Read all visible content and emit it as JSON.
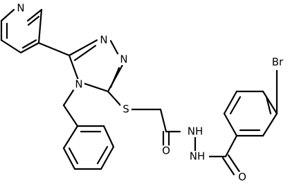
{
  "molecule": {
    "atom_labels": {
      "pyridine_n": "N",
      "triazole_n1": "N",
      "triazole_n2": "N",
      "triazole_n4": "N",
      "sulfur": "S",
      "carbonyl_o1": "O",
      "hydrazide_nh1": "NH",
      "hydrazide_nh2": "NH",
      "carbonyl_o2": "O",
      "bromine": "Br"
    }
  }
}
